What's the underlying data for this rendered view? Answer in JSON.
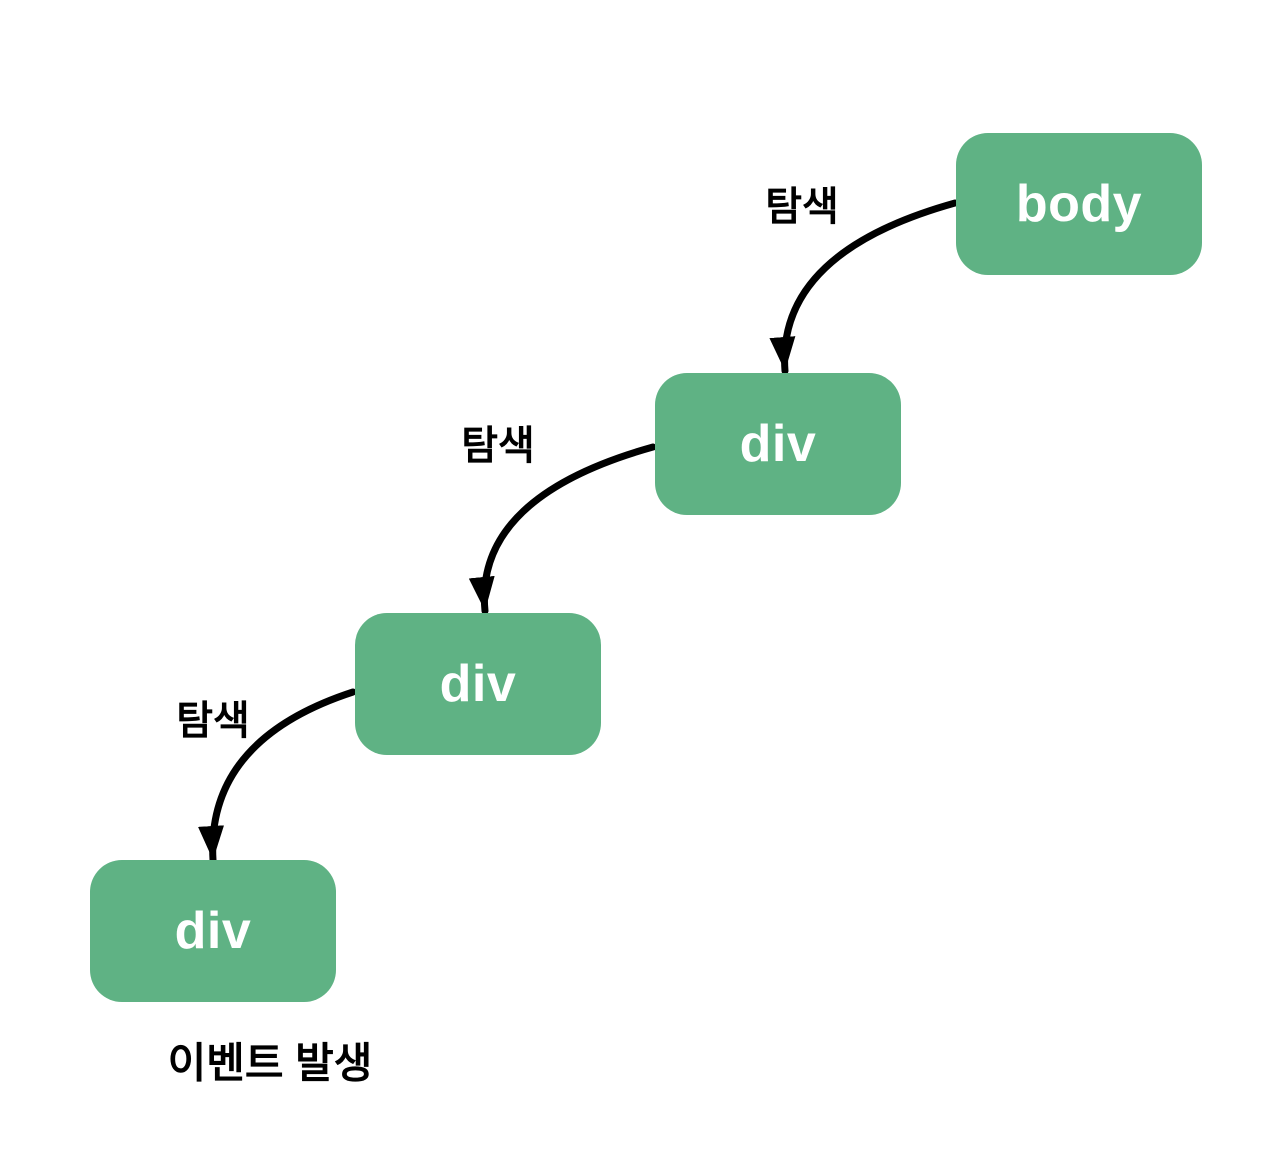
{
  "diagram": {
    "background_color": "#ffffff",
    "node_fill_color": "#5fb284",
    "node_text_color": "#ffffff",
    "arrow_color": "#000000",
    "label_text_color": "#000000",
    "nodes": [
      {
        "id": "body",
        "label": "body"
      },
      {
        "id": "div1",
        "label": "div"
      },
      {
        "id": "div2",
        "label": "div"
      },
      {
        "id": "div3",
        "label": "div"
      }
    ],
    "edge_labels": [
      {
        "label": "탐색"
      },
      {
        "label": "탐색"
      },
      {
        "label": "탐색"
      }
    ],
    "caption": "이벤트 발생"
  }
}
